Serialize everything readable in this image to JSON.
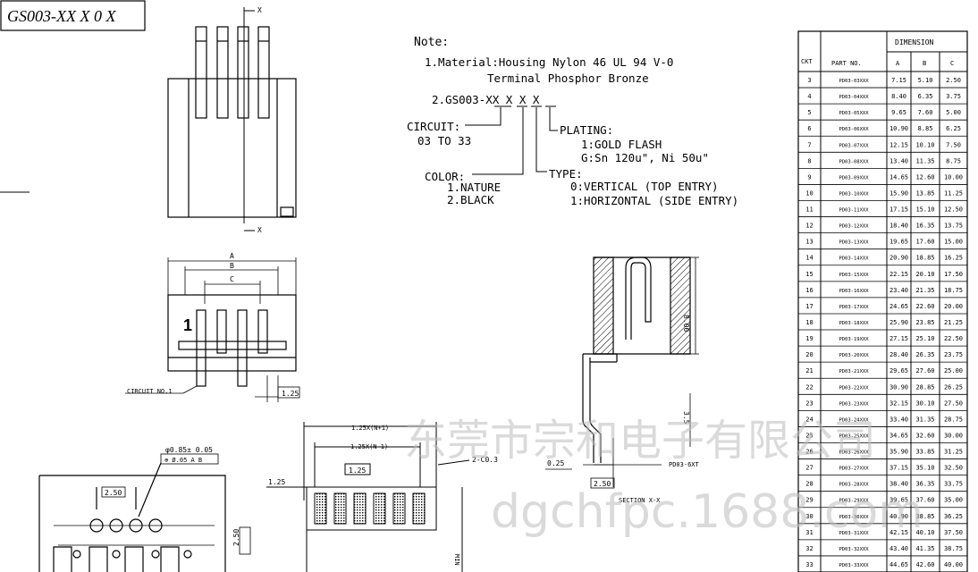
{
  "title_box": {
    "text": "GS003-XX X 0 X"
  },
  "notes": {
    "heading": "Note:",
    "material_line1": "1.Material:Housing Nylon 46 UL 94 V-0",
    "material_line2": "Terminal Phosphor Bronze",
    "partcode": "2.GS003-XX X X X",
    "circuit_label": "CIRCUIT:",
    "circuit_range": "03 TO 33",
    "plating_label": "PLATING:",
    "plating_1": "1:GOLD FLASH",
    "plating_2": "G:Sn 120u\", Ni 50u\"",
    "color_label": "COLOR:",
    "color_1": "1.NATURE",
    "color_2": "2.BLACK",
    "type_label": "TYPE:",
    "type_0": "0:VERTICAL (TOP ENTRY)",
    "type_1": "1:HORIZONTAL (SIDE ENTRY)"
  },
  "drawing_labels": {
    "x_mark_top": "X",
    "x_mark_bottom": "X",
    "dim_a": "A",
    "dim_b": "B",
    "dim_c": "C",
    "circuit_no": "CIRCUIT NO.1",
    "pin_one": "1",
    "pitch_125": "1.25",
    "pitch_n_plus_1": "1.25X(N+1)",
    "pitch_n_minus_1": "1.25X(N-1)",
    "dim_125_b": "1.25",
    "dim_125_c": "1.25",
    "chamfer": "2-C0.3",
    "hole_dia": "φ0.85± 0.05",
    "tol_frame": "⊕ Ø.05 A B",
    "dim_250_a": "2.50",
    "dim_250_b": "2.50",
    "dim_800": "8.00",
    "dim_35": "3.5",
    "dim_025": "0.25",
    "dim_250_c": "2.50",
    "pd_ref": "PD03-6XT",
    "section": "SECTION X-X",
    "min_label": "MIN"
  },
  "table": {
    "header_group": "DIMENSION",
    "col_ckt": "CKT",
    "col_part": "PART NO.",
    "col_a": "A",
    "col_b": "B",
    "col_c": "C",
    "rows": [
      [
        "3",
        "PD03-03XXX",
        "7.15",
        "5.10",
        "2.50"
      ],
      [
        "4",
        "PD03-04XXX",
        "8.40",
        "6.35",
        "3.75"
      ],
      [
        "5",
        "PD03-05XXX",
        "9.65",
        "7.60",
        "5.00"
      ],
      [
        "6",
        "PD03-06XXX",
        "10.90",
        "8.85",
        "6.25"
      ],
      [
        "7",
        "PD03-07XXX",
        "12.15",
        "10.10",
        "7.50"
      ],
      [
        "8",
        "PD03-08XXX",
        "13.40",
        "11.35",
        "8.75"
      ],
      [
        "9",
        "PD03-09XXX",
        "14.65",
        "12.60",
        "10.00"
      ],
      [
        "10",
        "PD03-10XXX",
        "15.90",
        "13.85",
        "11.25"
      ],
      [
        "11",
        "PD03-11XXX",
        "17.15",
        "15.10",
        "12.50"
      ],
      [
        "12",
        "PD03-12XXX",
        "18.40",
        "16.35",
        "13.75"
      ],
      [
        "13",
        "PD03-13XXX",
        "19.65",
        "17.60",
        "15.00"
      ],
      [
        "14",
        "PD03-14XXX",
        "20.90",
        "18.85",
        "16.25"
      ],
      [
        "15",
        "PD03-15XXX",
        "22.15",
        "20.10",
        "17.50"
      ],
      [
        "16",
        "PD03-16XXX",
        "23.40",
        "21.35",
        "18.75"
      ],
      [
        "17",
        "PD03-17XXX",
        "24.65",
        "22.60",
        "20.00"
      ],
      [
        "18",
        "PD03-18XXX",
        "25.90",
        "23.85",
        "21.25"
      ],
      [
        "19",
        "PD03-19XXX",
        "27.15",
        "25.10",
        "22.50"
      ],
      [
        "20",
        "PD03-20XXX",
        "28.40",
        "26.35",
        "23.75"
      ],
      [
        "21",
        "PD03-21XXX",
        "29.65",
        "27.60",
        "25.00"
      ],
      [
        "22",
        "PD03-22XXX",
        "30.90",
        "28.85",
        "26.25"
      ],
      [
        "23",
        "PD03-23XXX",
        "32.15",
        "30.10",
        "27.50"
      ],
      [
        "24",
        "PD03-24XXX",
        "33.40",
        "31.35",
        "28.75"
      ],
      [
        "25",
        "PD03-25XXX",
        "34.65",
        "32.60",
        "30.00"
      ],
      [
        "26",
        "PD03-26XXX",
        "35.90",
        "33.85",
        "31.25"
      ],
      [
        "27",
        "PD03-27XXX",
        "37.15",
        "35.10",
        "32.50"
      ],
      [
        "28",
        "PD03-28XXX",
        "38.40",
        "36.35",
        "33.75"
      ],
      [
        "29",
        "PD03-29XXX",
        "39.65",
        "37.60",
        "35.00"
      ],
      [
        "30",
        "PD03-30XXX",
        "40.90",
        "38.85",
        "36.25"
      ],
      [
        "31",
        "PD03-31XXX",
        "42.15",
        "40.10",
        "37.50"
      ],
      [
        "32",
        "PD03-32XXX",
        "43.40",
        "41.35",
        "38.75"
      ],
      [
        "33",
        "PD03-33XXX",
        "44.65",
        "42.60",
        "40.00"
      ]
    ]
  },
  "watermark": {
    "line1": "东莞市宗和电子有限公司",
    "line2": "dgchfpc.1688.com"
  }
}
